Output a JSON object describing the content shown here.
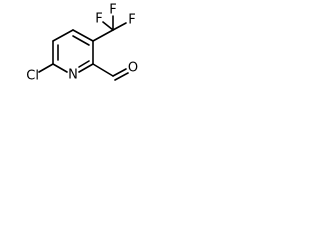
{
  "molecule": {
    "atoms": {
      "n": "N",
      "cl": "Cl",
      "f_top": "F",
      "f_left": "F",
      "f_right": "F",
      "o": "O"
    }
  }
}
